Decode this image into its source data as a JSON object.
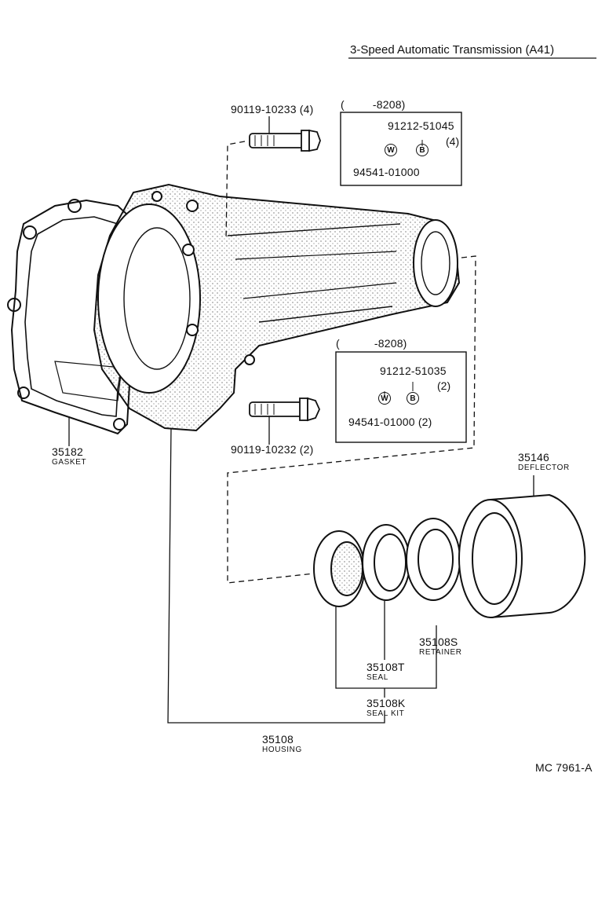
{
  "title": "3-Speed Automatic Transmission (A41)",
  "bolt_upper": {
    "part": "90119-10233",
    "qty": "(4)"
  },
  "bolt_lower": {
    "part": "90119-10232",
    "qty": "(2)"
  },
  "box_upper": {
    "range_open": "(",
    "range": "-8208)",
    "part_b": "91212-51045",
    "qty_b": "(4)",
    "part_w": "94541-01000",
    "qty_w": "",
    "sym_w": "W",
    "sym_b": "B"
  },
  "box_lower": {
    "range_open": "(",
    "range": "-8208)",
    "part_b": "91212-51035",
    "qty_b": "(2)",
    "part_w": "94541-01000 (2)",
    "sym_w": "W",
    "sym_b": "B"
  },
  "gasket": {
    "part": "35182",
    "name": "GASKET"
  },
  "deflector": {
    "part": "35146",
    "name": "DEFLECTOR"
  },
  "retainer": {
    "part": "35108S",
    "name": "RETAINER"
  },
  "seal": {
    "part": "35108T",
    "name": "SEAL"
  },
  "seal_kit": {
    "part": "35108K",
    "name": "SEAL KIT"
  },
  "housing": {
    "part": "35108",
    "name": "HOUSING"
  },
  "catalog_code": "MC 7961-A"
}
